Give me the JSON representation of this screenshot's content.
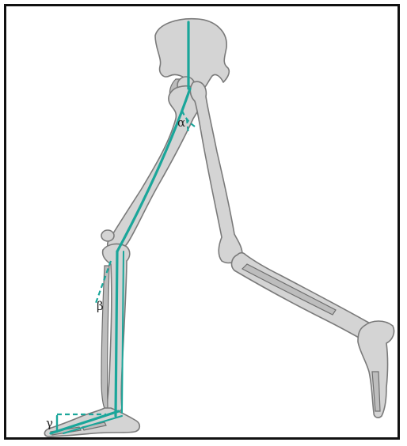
{
  "labels": {
    "alpha": "α",
    "beta": "β",
    "gamma": "γ"
  },
  "colors": {
    "axis_line": "#1aa69a",
    "bone_fill": "#d4d4d4",
    "bone_outline": "#7a7a7a",
    "frame": "#111111"
  }
}
